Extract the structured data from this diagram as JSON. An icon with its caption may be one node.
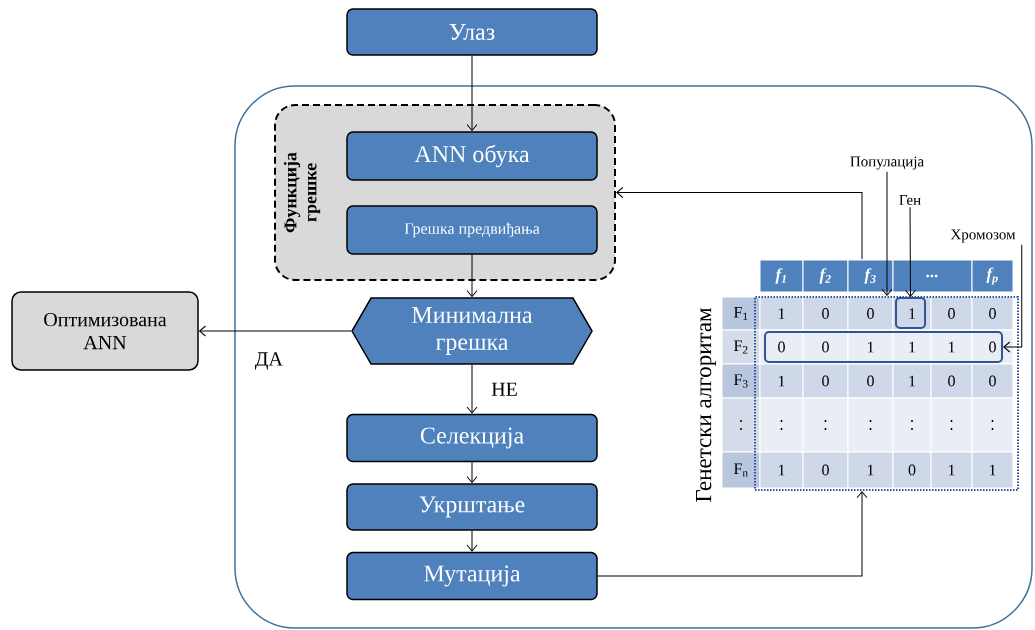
{
  "diagram": {
    "nodes": [
      {
        "text": [
          "Улаз"
        ]
      },
      {
        "text": [],
        "shape": "box"
      },
      {
        "text": [
          "Функција грешке"
        ],
        "in": 1
      },
      {
        "text": [
          "ANN обука"
        ],
        "in": 2
      },
      {
        "text": [
          "Грешка предвиђања"
        ],
        "in": 2
      },
      {
        "text": [
          "Минимална грешка"
        ],
        "in": 1
      },
      {
        "text": [
          "Оптимизована ANN"
        ]
      },
      {
        "text": [
          "Селекција"
        ],
        "in": 1
      },
      {
        "text": [
          "Укрштање"
        ],
        "in": 1
      },
      {
        "text": [
          "Мутација"
        ],
        "in": 1
      },
      {
        "text": [],
        "shape": "box",
        "in": 1
      },
      {
        "text": [],
        "shape": "box",
        "in": 10
      },
      {
        "text": [],
        "shape": "box",
        "in": 10
      },
      {
        "text": [
          "Популација"
        ],
        "in": 1
      },
      {
        "text": [
          "Ген"
        ],
        "in": 1
      },
      {
        "text": [
          "Хромозом"
        ],
        "in": 1
      }
    ],
    "edges": [
      {
        "from": 0,
        "to": 3,
        "arrow": "to"
      },
      {
        "from": 4,
        "to": 5,
        "arrow": "to"
      },
      {
        "from": 5,
        "to": 6,
        "arrow": "to",
        "label": "ДА"
      },
      {
        "from": 5,
        "to": 7,
        "arrow": "to",
        "label": "НЕ"
      },
      {
        "from": 7,
        "to": 8,
        "arrow": "to"
      },
      {
        "from": 8,
        "to": 9,
        "arrow": "to"
      },
      {
        "from": 9,
        "to": 10,
        "arrow": "to"
      },
      {
        "from": 10,
        "to": 2,
        "arrow": "to"
      },
      {
        "from": 13,
        "to": 10,
        "arrow": "to"
      },
      {
        "from": 14,
        "to": 12,
        "arrow": "to"
      },
      {
        "from": 15,
        "to": 11,
        "arrow": "to"
      }
    ],
    "labels": [
      "f$_{1}$",
      "f$_{2}$",
      "f$_{3}$",
      "...",
      "f$_{p}$",
      "F$_{1}$",
      "1",
      "0",
      "0",
      "1",
      "0",
      "0",
      "F$_{2}$",
      "0",
      "0",
      "1",
      "1",
      "1",
      "0",
      "F$_{3}$",
      "1",
      "0",
      "0",
      "1",
      "0",
      "0",
      ".",
      ".",
      ".",
      ".",
      ".",
      ".",
      ".",
      ".",
      ".",
      ".",
      ".",
      ".",
      ".",
      ".",
      "F$_{n}$",
      "1",
      "0",
      "1",
      "0",
      "1",
      "1",
      "Генетски алгоритам"
    ]
  }
}
